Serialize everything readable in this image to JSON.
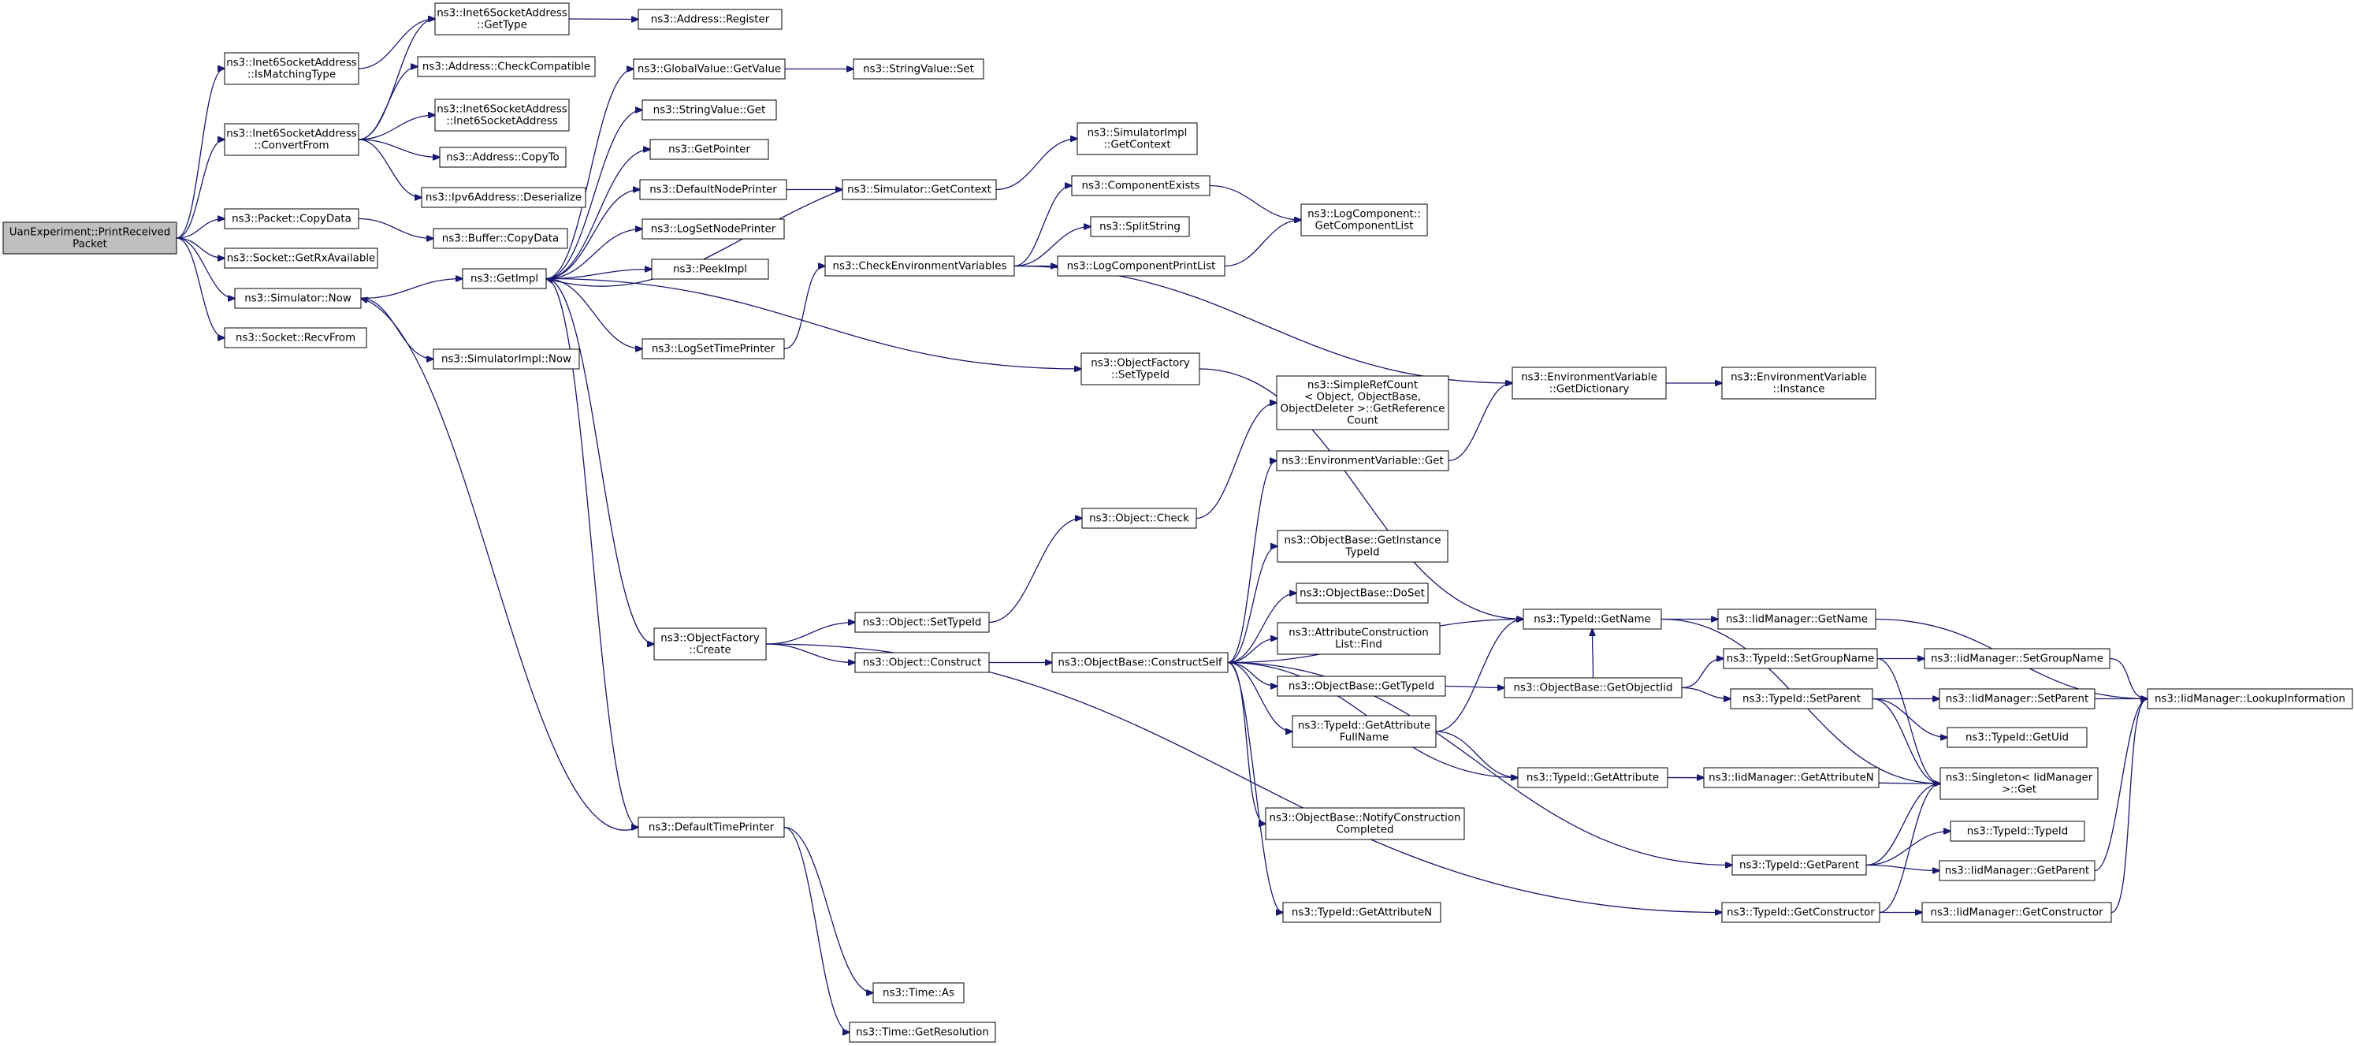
{
  "graph": {
    "nodes": [
      {
        "id": "root",
        "lines": [
          "UanExperiment::PrintReceived",
          "Packet"
        ],
        "root": true
      },
      {
        "id": "isMatch",
        "lines": [
          "ns3::Inet6SocketAddress",
          "::IsMatchingType"
        ]
      },
      {
        "id": "convertFrom",
        "lines": [
          "ns3::Inet6SocketAddress",
          "::ConvertFrom"
        ]
      },
      {
        "id": "pktCopyData",
        "lines": [
          "ns3::Packet::CopyData"
        ]
      },
      {
        "id": "getRxAvail",
        "lines": [
          "ns3::Socket::GetRxAvailable"
        ]
      },
      {
        "id": "simNow",
        "lines": [
          "ns3::Simulator::Now"
        ]
      },
      {
        "id": "recvFrom",
        "lines": [
          "ns3::Socket::RecvFrom"
        ]
      },
      {
        "id": "i6GetType",
        "lines": [
          "ns3::Inet6SocketAddress",
          "::GetType"
        ]
      },
      {
        "id": "addrRegister",
        "lines": [
          "ns3::Address::Register"
        ]
      },
      {
        "id": "checkCompat",
        "lines": [
          "ns3::Address::CheckCompatible"
        ]
      },
      {
        "id": "i6Ctor",
        "lines": [
          "ns3::Inet6SocketAddress",
          "::Inet6SocketAddress"
        ]
      },
      {
        "id": "addrCopyTo",
        "lines": [
          "ns3::Address::CopyTo"
        ]
      },
      {
        "id": "ipv6Deser",
        "lines": [
          "ns3::Ipv6Address::Deserialize"
        ]
      },
      {
        "id": "bufCopyData",
        "lines": [
          "ns3::Buffer::CopyData"
        ]
      },
      {
        "id": "getImpl",
        "lines": [
          "ns3::GetImpl"
        ]
      },
      {
        "id": "simImplNow",
        "lines": [
          "ns3::SimulatorImpl::Now"
        ]
      },
      {
        "id": "gvGetValue",
        "lines": [
          "ns3::GlobalValue::GetValue"
        ]
      },
      {
        "id": "svSet",
        "lines": [
          "ns3::StringValue::Set"
        ]
      },
      {
        "id": "svGet",
        "lines": [
          "ns3::StringValue::Get"
        ]
      },
      {
        "id": "getPointer",
        "lines": [
          "ns3::GetPointer"
        ]
      },
      {
        "id": "defNodePrinter",
        "lines": [
          "ns3::DefaultNodePrinter"
        ]
      },
      {
        "id": "simGetContext",
        "lines": [
          "ns3::Simulator::GetContext"
        ]
      },
      {
        "id": "simImplGetContext",
        "lines": [
          "ns3::SimulatorImpl",
          "::GetContext"
        ]
      },
      {
        "id": "logSetNodePrinter",
        "lines": [
          "ns3::LogSetNodePrinter"
        ]
      },
      {
        "id": "peekImpl",
        "lines": [
          "ns3::PeekImpl"
        ]
      },
      {
        "id": "logSetTimePrinter",
        "lines": [
          "ns3::LogSetTimePrinter"
        ]
      },
      {
        "id": "checkEnvVars",
        "lines": [
          "ns3::CheckEnvironmentVariables"
        ]
      },
      {
        "id": "compExists",
        "lines": [
          "ns3::ComponentExists"
        ]
      },
      {
        "id": "splitString",
        "lines": [
          "ns3::SplitString"
        ]
      },
      {
        "id": "logCompPrintList",
        "lines": [
          "ns3::LogComponentPrintList"
        ]
      },
      {
        "id": "logCompGetList",
        "lines": [
          "ns3::LogComponent::",
          "GetComponentList"
        ]
      },
      {
        "id": "ofSetTypeId",
        "lines": [
          "ns3::ObjectFactory",
          "::SetTypeId"
        ]
      },
      {
        "id": "envGetDict",
        "lines": [
          "ns3::EnvironmentVariable",
          "::GetDictionary"
        ]
      },
      {
        "id": "envInstance",
        "lines": [
          "ns3::EnvironmentVariable",
          "::Instance"
        ]
      },
      {
        "id": "srcGetRef",
        "lines": [
          "ns3::SimpleRefCount",
          "< Object, ObjectBase,",
          "ObjectDeleter >::GetReference",
          "Count"
        ]
      },
      {
        "id": "envGet",
        "lines": [
          "ns3::EnvironmentVariable::Get"
        ]
      },
      {
        "id": "objCheck",
        "lines": [
          "ns3::Object::Check"
        ]
      },
      {
        "id": "obGetInstTid",
        "lines": [
          "ns3::ObjectBase::GetInstance",
          "TypeId"
        ]
      },
      {
        "id": "obDoSet",
        "lines": [
          "ns3::ObjectBase::DoSet"
        ]
      },
      {
        "id": "attrFind",
        "lines": [
          "ns3::AttributeConstruction",
          "List::Find"
        ]
      },
      {
        "id": "tidGetName",
        "lines": [
          "ns3::TypeId::GetName"
        ]
      },
      {
        "id": "iidGetName",
        "lines": [
          "ns3::IidManager::GetName"
        ]
      },
      {
        "id": "ofCreate",
        "lines": [
          "ns3::ObjectFactory",
          "::Create"
        ]
      },
      {
        "id": "objSetTypeId",
        "lines": [
          "ns3::Object::SetTypeId"
        ]
      },
      {
        "id": "objConstruct",
        "lines": [
          "ns3::Object::Construct"
        ]
      },
      {
        "id": "obConstructSelf",
        "lines": [
          "ns3::ObjectBase::ConstructSelf"
        ]
      },
      {
        "id": "tidSetGroupName",
        "lines": [
          "ns3::TypeId::SetGroupName"
        ]
      },
      {
        "id": "iidSetGroupName",
        "lines": [
          "ns3::IidManager::SetGroupName"
        ]
      },
      {
        "id": "obGetTypeId",
        "lines": [
          "ns3::ObjectBase::GetTypeId"
        ]
      },
      {
        "id": "obGetObjectIid",
        "lines": [
          "ns3::ObjectBase::GetObjectIid"
        ]
      },
      {
        "id": "tidSetParent",
        "lines": [
          "ns3::TypeId::SetParent"
        ]
      },
      {
        "id": "iidSetParent",
        "lines": [
          "ns3::IidManager::SetParent"
        ]
      },
      {
        "id": "iidLookup",
        "lines": [
          "ns3::IidManager::LookupInformation"
        ]
      },
      {
        "id": "tidGetUid",
        "lines": [
          "ns3::TypeId::GetUid"
        ]
      },
      {
        "id": "tidGetAttrFullName",
        "lines": [
          "ns3::TypeId::GetAttribute",
          "FullName"
        ]
      },
      {
        "id": "tidGetAttribute",
        "lines": [
          "ns3::TypeId::GetAttribute"
        ]
      },
      {
        "id": "iidGetAttrN",
        "lines": [
          "ns3::IidManager::GetAttributeN"
        ]
      },
      {
        "id": "singletonGet",
        "lines": [
          "ns3::Singleton< IidManager",
          ">::Get"
        ]
      },
      {
        "id": "obNotifyConstr",
        "lines": [
          "ns3::ObjectBase::NotifyConstruction",
          "Completed"
        ]
      },
      {
        "id": "defTimePrinter",
        "lines": [
          "ns3::DefaultTimePrinter"
        ]
      },
      {
        "id": "tidGetParent",
        "lines": [
          "ns3::TypeId::GetParent"
        ]
      },
      {
        "id": "tidTypeId",
        "lines": [
          "ns3::TypeId::TypeId"
        ]
      },
      {
        "id": "iidGetParent",
        "lines": [
          "ns3::IidManager::GetParent"
        ]
      },
      {
        "id": "tidGetAttrN",
        "lines": [
          "ns3::TypeId::GetAttributeN"
        ]
      },
      {
        "id": "tidGetConstructor",
        "lines": [
          "ns3::TypeId::GetConstructor"
        ]
      },
      {
        "id": "iidGetConstructor",
        "lines": [
          "ns3::IidManager::GetConstructor"
        ]
      },
      {
        "id": "timeAs",
        "lines": [
          "ns3::Time::As"
        ]
      },
      {
        "id": "timeGetRes",
        "lines": [
          "ns3::Time::GetResolution"
        ]
      }
    ],
    "edges": [
      [
        "root",
        "isMatch"
      ],
      [
        "root",
        "convertFrom"
      ],
      [
        "root",
        "pktCopyData"
      ],
      [
        "root",
        "getRxAvail"
      ],
      [
        "root",
        "simNow"
      ],
      [
        "root",
        "recvFrom"
      ],
      [
        "isMatch",
        "i6GetType"
      ],
      [
        "i6GetType",
        "addrRegister"
      ],
      [
        "convertFrom",
        "i6GetType"
      ],
      [
        "convertFrom",
        "checkCompat"
      ],
      [
        "convertFrom",
        "i6Ctor"
      ],
      [
        "convertFrom",
        "addrCopyTo"
      ],
      [
        "convertFrom",
        "ipv6Deser"
      ],
      [
        "pktCopyData",
        "bufCopyData"
      ],
      [
        "simNow",
        "getImpl"
      ],
      [
        "simNow",
        "simImplNow"
      ],
      [
        "getImpl",
        "gvGetValue"
      ],
      [
        "getImpl",
        "svGet"
      ],
      [
        "getImpl",
        "getPointer"
      ],
      [
        "getImpl",
        "defNodePrinter"
      ],
      [
        "getImpl",
        "logSetNodePrinter"
      ],
      [
        "getImpl",
        "peekImpl"
      ],
      [
        "getImpl",
        "logSetTimePrinter"
      ],
      [
        "getImpl",
        "ofSetTypeId"
      ],
      [
        "getImpl",
        "ofCreate"
      ],
      [
        "getImpl",
        "defTimePrinter"
      ],
      [
        "gvGetValue",
        "svSet"
      ],
      [
        "defNodePrinter",
        "simGetContext"
      ],
      [
        "simGetContext",
        "simImplGetContext"
      ],
      [
        "simGetContext",
        "getImpl"
      ],
      [
        "logSetTimePrinter",
        "checkEnvVars"
      ],
      [
        "checkEnvVars",
        "compExists"
      ],
      [
        "checkEnvVars",
        "splitString"
      ],
      [
        "checkEnvVars",
        "logCompPrintList"
      ],
      [
        "checkEnvVars",
        "envGetDict"
      ],
      [
        "compExists",
        "logCompGetList"
      ],
      [
        "logCompPrintList",
        "logCompGetList"
      ],
      [
        "envGetDict",
        "envInstance"
      ],
      [
        "envGet",
        "envGetDict"
      ],
      [
        "ofSetTypeId",
        "tidGetName"
      ],
      [
        "ofCreate",
        "objSetTypeId"
      ],
      [
        "ofCreate",
        "objConstruct"
      ],
      [
        "ofCreate",
        "tidGetConstructor"
      ],
      [
        "objSetTypeId",
        "objCheck"
      ],
      [
        "objCheck",
        "srcGetRef"
      ],
      [
        "objConstruct",
        "obConstructSelf"
      ],
      [
        "obConstructSelf",
        "envGet"
      ],
      [
        "obConstructSelf",
        "tidGetName"
      ],
      [
        "obConstructSelf",
        "obGetInstTid"
      ],
      [
        "obConstructSelf",
        "obDoSet"
      ],
      [
        "obConstructSelf",
        "attrFind"
      ],
      [
        "obConstructSelf",
        "obGetTypeId"
      ],
      [
        "obConstructSelf",
        "tidGetAttrFullName"
      ],
      [
        "obConstructSelf",
        "tidGetAttribute"
      ],
      [
        "obConstructSelf",
        "obNotifyConstr"
      ],
      [
        "obConstructSelf",
        "tidGetParent"
      ],
      [
        "obConstructSelf",
        "tidGetAttrN"
      ],
      [
        "obGetTypeId",
        "obGetObjectIid"
      ],
      [
        "obGetObjectIid",
        "tidGetName"
      ],
      [
        "obGetObjectIid",
        "tidSetGroupName"
      ],
      [
        "obGetObjectIid",
        "tidSetParent"
      ],
      [
        "tidGetName",
        "iidGetName"
      ],
      [
        "tidGetName",
        "singletonGet"
      ],
      [
        "iidGetName",
        "iidLookup"
      ],
      [
        "tidSetGroupName",
        "iidSetGroupName"
      ],
      [
        "tidSetGroupName",
        "singletonGet"
      ],
      [
        "iidSetGroupName",
        "iidLookup"
      ],
      [
        "tidSetParent",
        "iidSetParent"
      ],
      [
        "tidSetParent",
        "tidGetUid"
      ],
      [
        "tidSetParent",
        "singletonGet"
      ],
      [
        "iidSetParent",
        "iidLookup"
      ],
      [
        "tidGetAttrFullName",
        "tidGetName"
      ],
      [
        "tidGetAttrFullName",
        "tidGetAttribute"
      ],
      [
        "tidGetAttribute",
        "iidGetAttrN"
      ],
      [
        "tidGetAttribute",
        "singletonGet"
      ],
      [
        "tidGetParent",
        "tidTypeId"
      ],
      [
        "tidGetParent",
        "iidGetParent"
      ],
      [
        "tidGetParent",
        "singletonGet"
      ],
      [
        "iidGetParent",
        "iidLookup"
      ],
      [
        "tidGetConstructor",
        "iidGetConstructor"
      ],
      [
        "tidGetConstructor",
        "singletonGet"
      ],
      [
        "iidGetConstructor",
        "iidLookup"
      ],
      [
        "defTimePrinter",
        "simNow"
      ],
      [
        "defTimePrinter",
        "timeAs"
      ],
      [
        "defTimePrinter",
        "timeGetRes"
      ]
    ]
  }
}
